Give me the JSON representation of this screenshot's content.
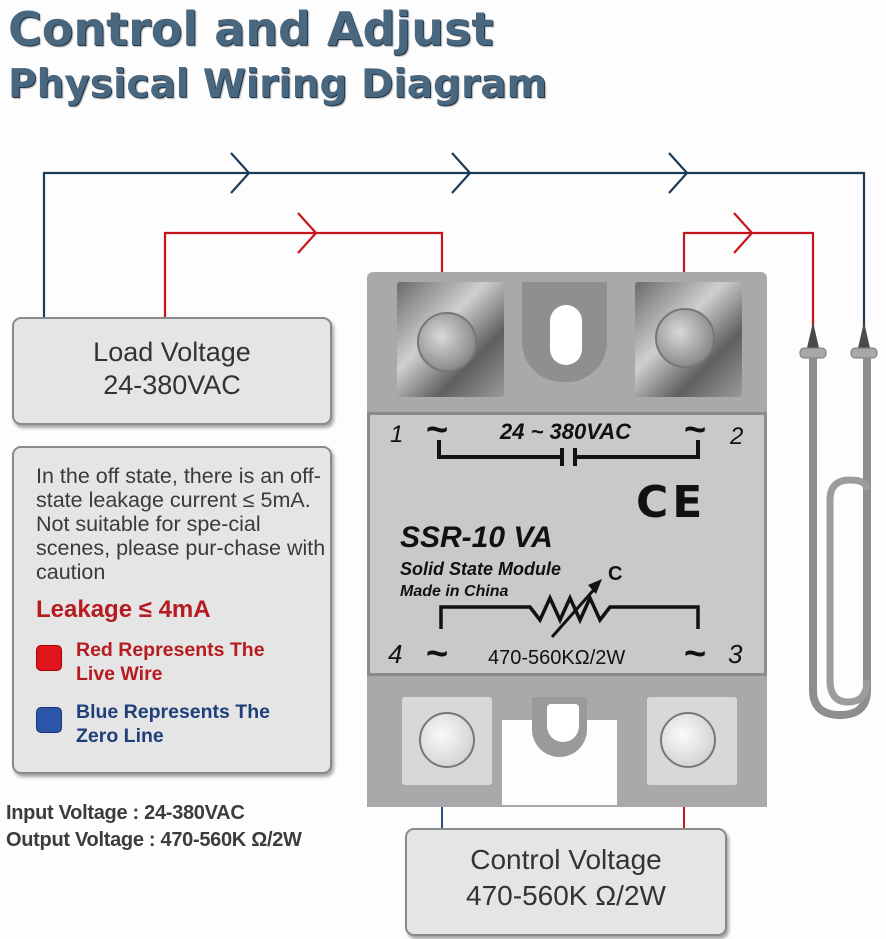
{
  "header": {
    "title": "Control and Adjust",
    "subtitle": "Physical Wiring Diagram"
  },
  "load_box": {
    "line1": "Load Voltage",
    "line2": "24-380VAC"
  },
  "info_box": {
    "description": "In the off state, there is an off-state leakage current ≤ 5mA. Not suitable for spe-cial scenes, please pur-chase with caution",
    "leakage": "Leakage ≤ 4mA",
    "legend": [
      {
        "label": "Red Represents The Live Wire",
        "color": "#e0141b",
        "text_color": "#b51b1f"
      },
      {
        "label": "Blue Represents The Zero Line",
        "color": "#2b55a8",
        "text_color": "#1e3f7a"
      }
    ]
  },
  "specs": {
    "input": "Input Voltage : 24-380VAC",
    "output": "Output Voltage : 470-560K Ω/2W"
  },
  "control_box": {
    "line1": "Control Voltage",
    "line2": "470-560K Ω/2W"
  },
  "relay": {
    "terminal_1": "1",
    "terminal_2": "2",
    "terminal_3": "3",
    "terminal_4": "4",
    "tilde": "~",
    "load_rating": "24 ~ 380VAC",
    "ce_mark": "CE",
    "model": "SSR-10 VA",
    "type": "Solid State Module",
    "origin": "Made in China",
    "variant_mark": "C",
    "resistor_rating": "470-560KΩ/2W"
  },
  "colors": {
    "live_wire": "#c8151b",
    "zero_line": "#1d3a58",
    "title": "#4a6780"
  }
}
